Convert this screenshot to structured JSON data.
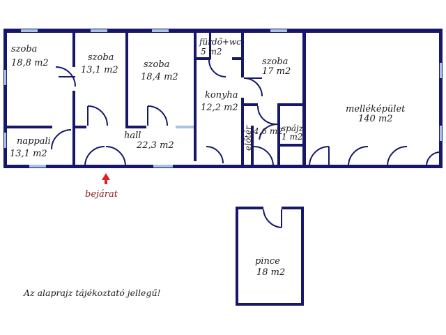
{
  "rooms": {
    "szoba1": {
      "name": "szoba",
      "area": "18,8 m2"
    },
    "szoba2": {
      "name": "szoba",
      "area": "13,1 m2"
    },
    "szoba3": {
      "name": "szoba",
      "area": "18,4 m2"
    },
    "furdo": {
      "name": "fürdő+wc",
      "area": "5 m2"
    },
    "szoba4": {
      "name": "szoba",
      "area": "17 m2"
    },
    "konyha": {
      "name": "konyha",
      "area": "12,2 m2"
    },
    "nappali": {
      "name": "nappali",
      "area": "13,1 m2"
    },
    "hall": {
      "name": "hall",
      "area": "22,3 m2"
    },
    "eloter": {
      "name": "előtér",
      "area": "4,6 m2"
    },
    "spajz": {
      "name": "spájz",
      "area": "1 m2"
    },
    "mellekepulet": {
      "name": "melléképület",
      "area": "140 m2"
    },
    "pince": {
      "name": "pince",
      "area": "18 m2"
    }
  },
  "entrance_label": "bejárat",
  "note": "Az alaprajz tájékoztató jellegű!",
  "colors": {
    "wall": "#16166a",
    "window": "#a9c3e6",
    "entrance_arrow": "#e02020"
  }
}
